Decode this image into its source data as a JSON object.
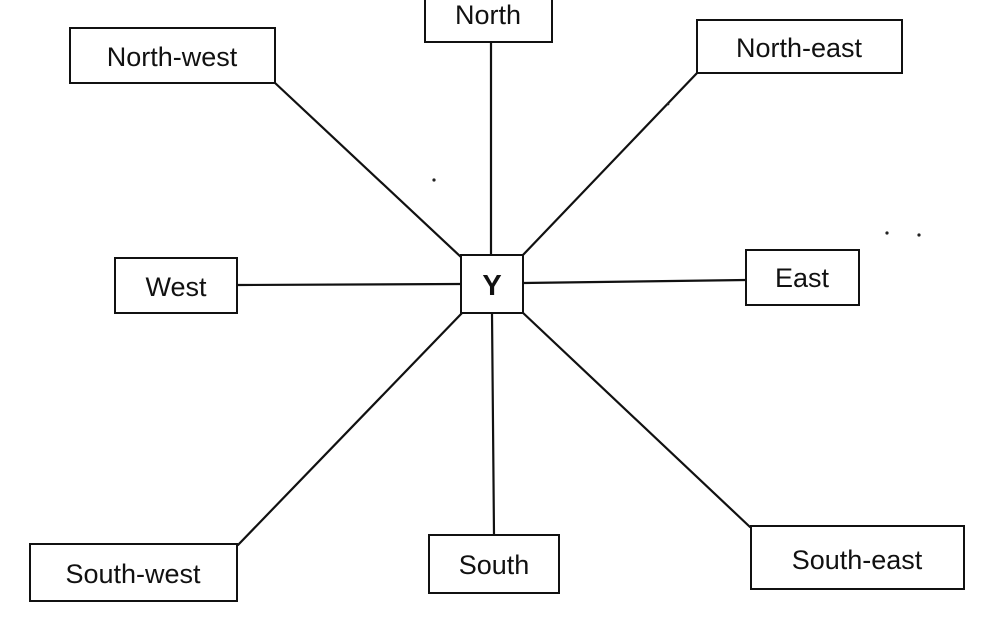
{
  "center": {
    "label": "Y"
  },
  "directions": {
    "north": "North",
    "north_east": "North-east",
    "east": "East",
    "south_east": "South-east",
    "south": "South",
    "south_west": "South-west",
    "west": "West",
    "north_west": "North-west"
  },
  "colors": {
    "line": "#111111",
    "box_fill": "#ffffff",
    "background": "#ffffff"
  }
}
